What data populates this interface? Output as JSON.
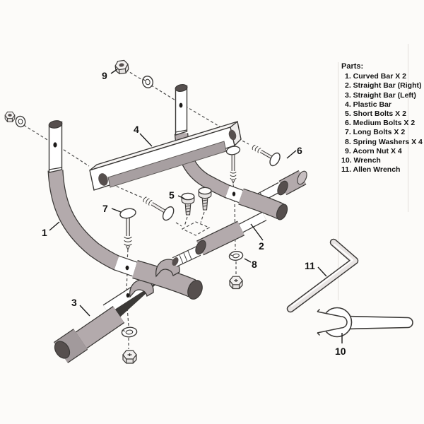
{
  "parts_list": {
    "title": "Parts:",
    "items": [
      "1. Curved Bar X 2",
      "2. Straight Bar (Right)",
      "3. Straight Bar (Left)",
      "4. Plastic Bar",
      "5. Short Bolts X 2",
      "6. Medium Bolts X 2",
      "7. Long Bolts X 2",
      "8. Spring Washers X 4",
      "9. Acorn Nut X 4",
      "10. Wrench",
      "11. Allen Wrench"
    ]
  },
  "diagram": {
    "labels": {
      "l1": "1",
      "l2": "2",
      "l3": "3",
      "l4": "4",
      "l5": "5",
      "l6": "6",
      "l7": "7",
      "l8": "8",
      "l9": "9",
      "l10": "10",
      "l11": "11"
    },
    "colors": {
      "background": "#fcfbf9",
      "foam_gray": "#b3aaac",
      "foam_light": "#c6bec0",
      "foam_dark_cap": "#a29a9c",
      "tube_white": "#ffffff",
      "end_dark": "#564f4e",
      "outline": "#3b3937",
      "panel_gray": "#a79fa1",
      "text": "#141414"
    }
  }
}
